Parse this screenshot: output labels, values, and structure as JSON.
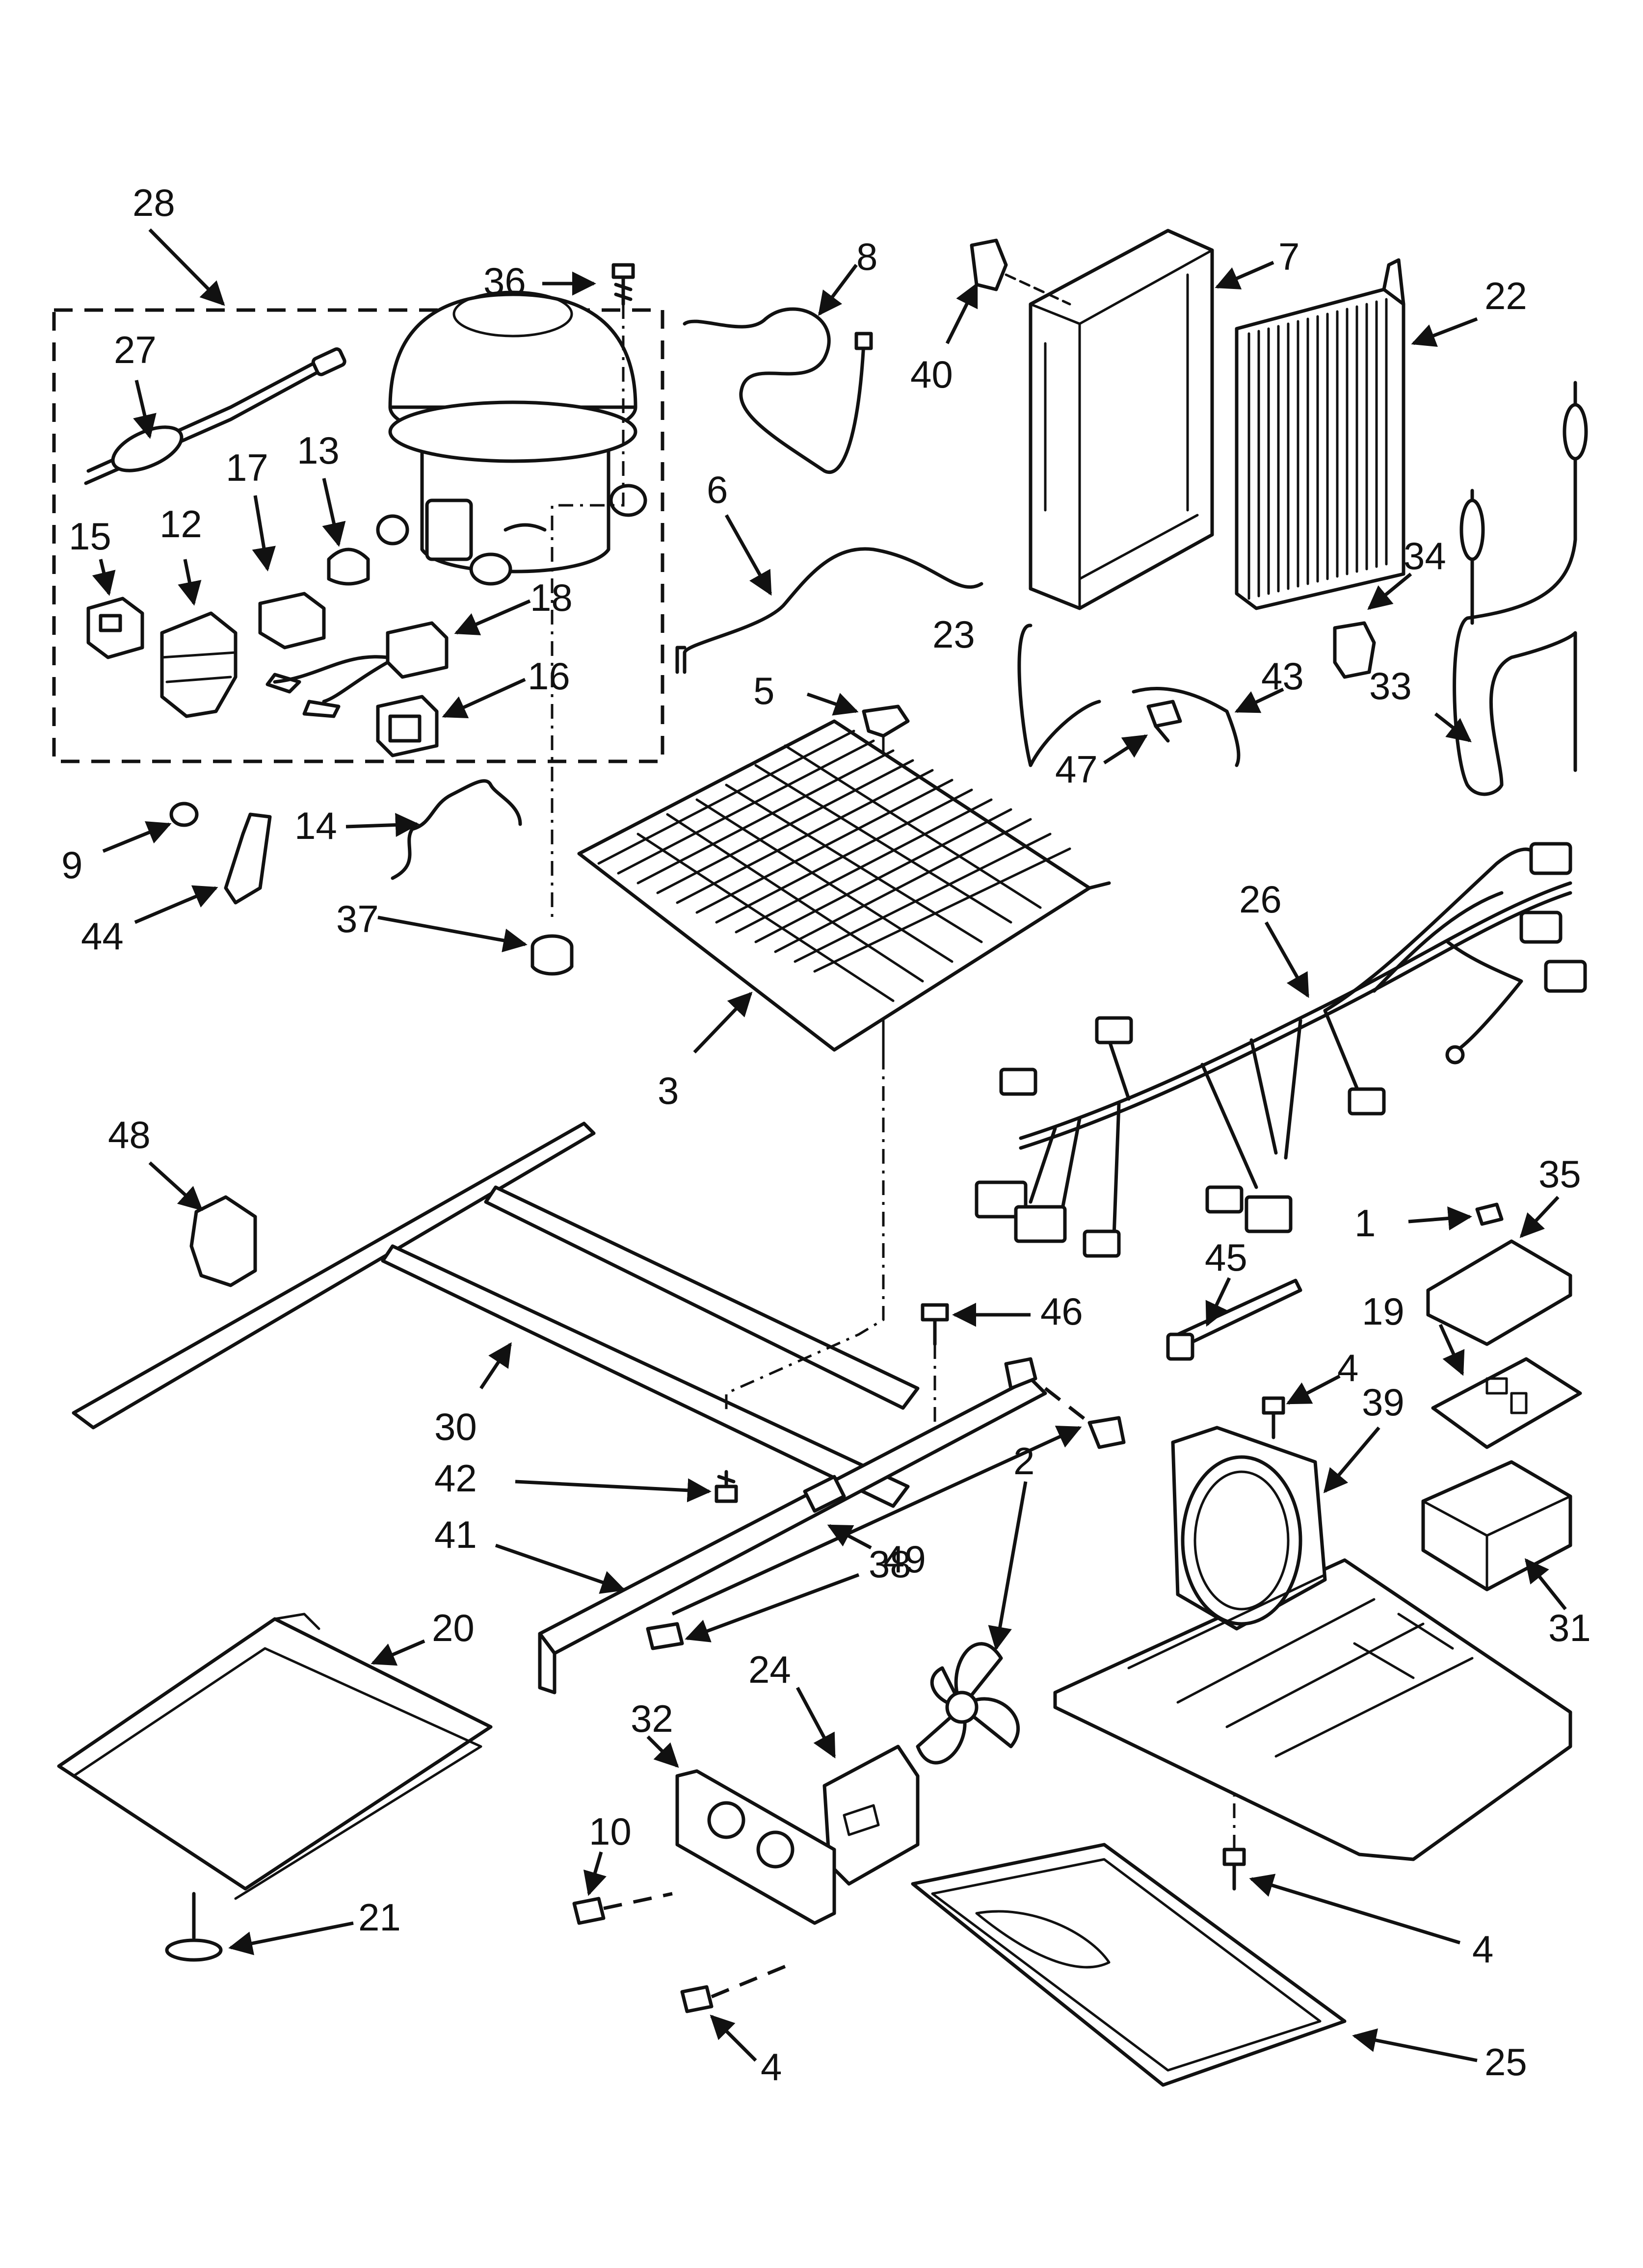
{
  "diagram": {
    "type": "exploded-parts-diagram",
    "labels": {
      "l1": "1",
      "l2": "2",
      "l3": "3",
      "l4a": "4",
      "l4b": "4",
      "l4c": "4",
      "l5": "5",
      "l6": "6",
      "l7": "7",
      "l8": "8",
      "l9": "9",
      "l10": "10",
      "l12": "12",
      "l13": "13",
      "l14": "14",
      "l15": "15",
      "l16": "16",
      "l17": "17",
      "l18": "18",
      "l19": "19",
      "l20": "20",
      "l21": "21",
      "l22": "22",
      "l23": "23",
      "l24": "24",
      "l25": "25",
      "l26": "26",
      "l27": "27",
      "l28": "28",
      "l30": "30",
      "l31": "31",
      "l32": "32",
      "l33": "33",
      "l34": "34",
      "l35": "35",
      "l36": "36",
      "l37": "37",
      "l38": "38",
      "l39": "39",
      "l40": "40",
      "l41": "41",
      "l42": "42",
      "l43": "43",
      "l44": "44",
      "l45": "45",
      "l46": "46",
      "l47": "47",
      "l48": "48",
      "l49": "49"
    }
  }
}
